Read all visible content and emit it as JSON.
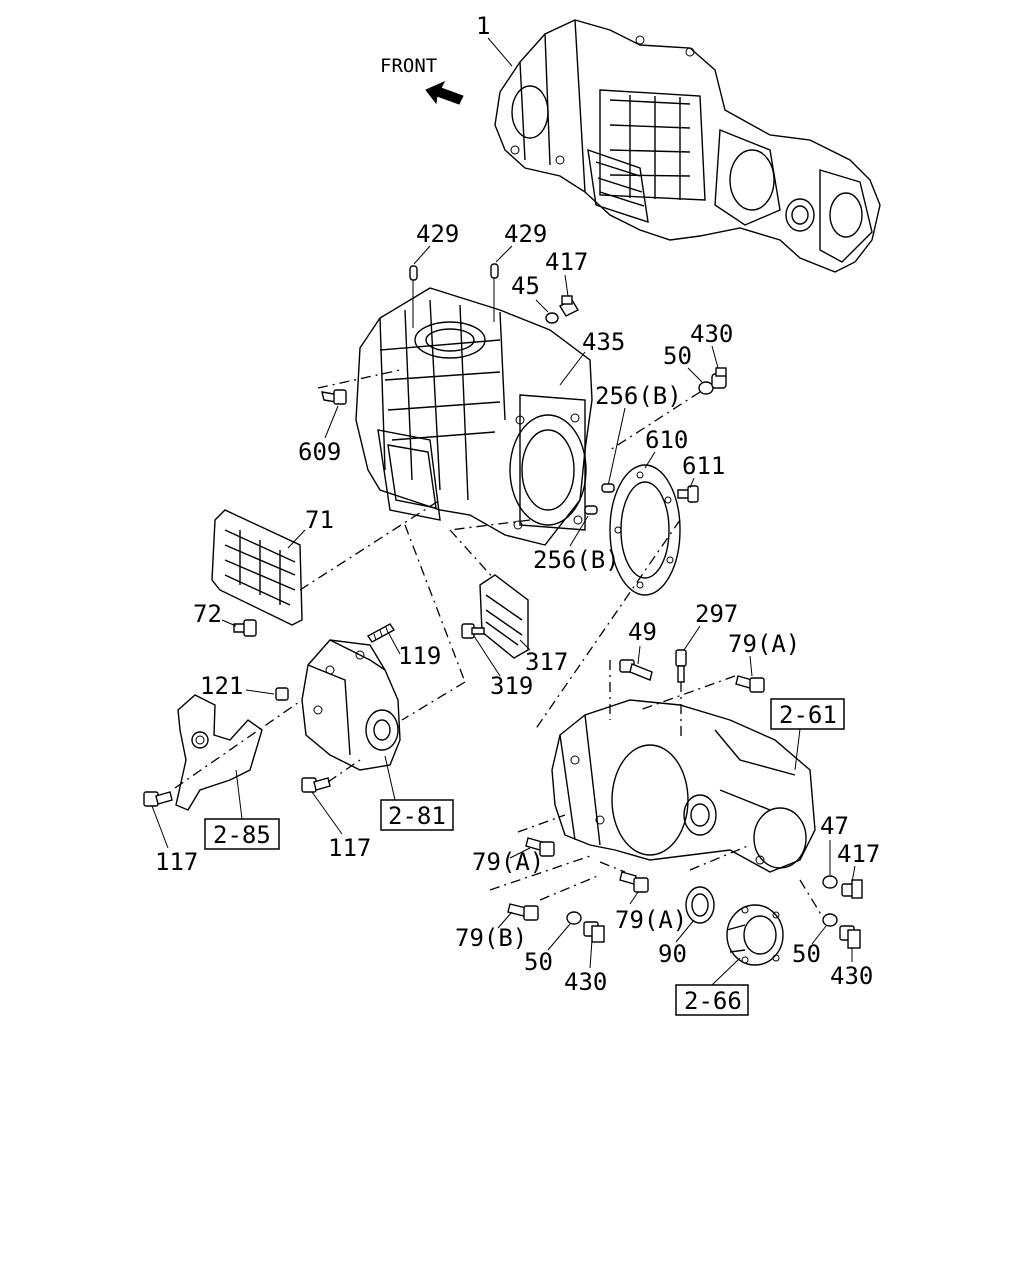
{
  "front_label": "FRONT",
  "callouts": {
    "c1": "1",
    "c429a": "429",
    "c429b": "429",
    "c417a": "417",
    "c45": "45",
    "c435": "435",
    "c430a": "430",
    "c50a": "50",
    "c256b_top": "256(B)",
    "c609": "609",
    "c610": "610",
    "c611": "611",
    "c71": "71",
    "c256b_bot": "256(B)",
    "c72": "72",
    "c297": "297",
    "c49": "49",
    "c79a_top": "79(A)",
    "c119": "119",
    "c317": "317",
    "c121": "121",
    "c319": "319",
    "c117a": "117",
    "c117b": "117",
    "c47": "47",
    "c417b": "417",
    "c79a_mid": "79(A)",
    "c79a_bot": "79(A)",
    "c79b": "79(B)",
    "c90": "90",
    "c50b": "50",
    "c50c": "50",
    "c430b": "430",
    "c430c": "430"
  },
  "references": {
    "r261": "2-61",
    "r281": "2-81",
    "r285": "2-85",
    "r266": "2-66"
  }
}
